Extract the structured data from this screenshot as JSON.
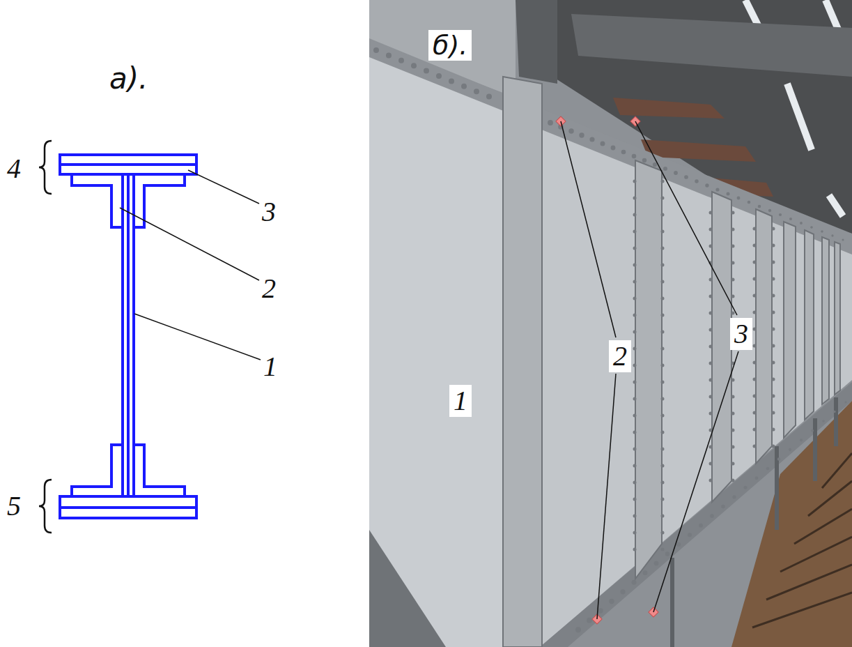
{
  "diagram": {
    "labels": [
      "а).",
      "4",
      "3",
      "2",
      "1",
      "5",
      "б).",
      "1",
      "2",
      "3"
    ]
  }
}
